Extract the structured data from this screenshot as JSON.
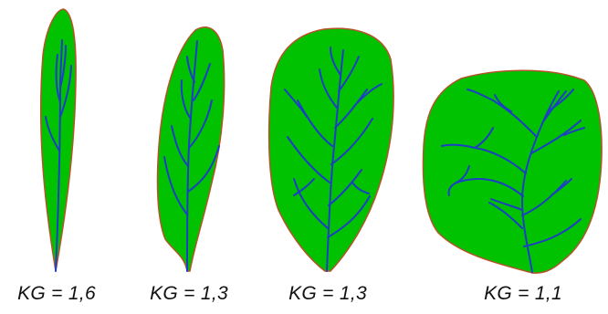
{
  "colors": {
    "leaf_fill": "#00c200",
    "leaf_outline": "#b5532a",
    "vein": "#1d3fc4",
    "background": "#ffffff",
    "caption_text": "#111111"
  },
  "leaves": [
    {
      "label": "KG = 1,6"
    },
    {
      "label": "KG = 1,3"
    },
    {
      "label": "KG = 1,3"
    },
    {
      "label": "KG = 1,1"
    }
  ]
}
